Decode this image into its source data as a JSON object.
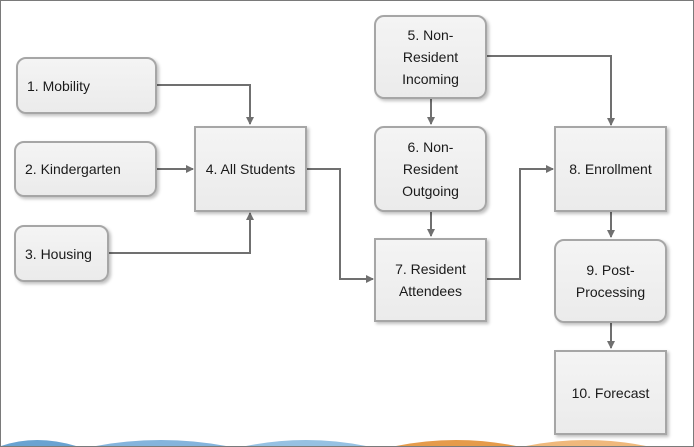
{
  "nodes": {
    "mobility": "1. Mobility",
    "kindergarten": "2. Kindergarten",
    "housing": "3. Housing",
    "all_students": "4. All Students",
    "nonres_incoming": "5. Non-\nResident\nIncoming",
    "nonres_outgoing": "6. Non-\nResident\nOutgoing",
    "resident_attendees": "7. Resident\nAttendees",
    "enrollment": "8. Enrollment",
    "post_processing": "9. Post-\nProcessing",
    "forecast": "10. Forecast"
  },
  "colors": {
    "node_fill": "#efefef",
    "node_border": "#a6a6a6",
    "connector": "#707070",
    "wave_blue": "#4f93c9",
    "wave_orange": "#e08a2c"
  }
}
